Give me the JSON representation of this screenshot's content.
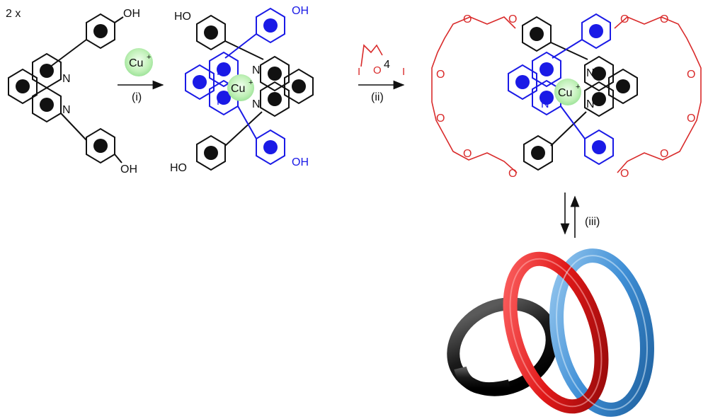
{
  "scheme": {
    "stoichiometry": "2 x",
    "reagents": {
      "copper_bubble": "Cu",
      "copper_charge": "+",
      "step_i": "(i)",
      "step_ii": "(ii)",
      "step_iii": "(iii)",
      "ether_oxygen": "O",
      "ether_iodide": "I",
      "ether_repeat": "4"
    },
    "atoms": {
      "hydroxyl": "OH",
      "hydroxyl_left": "HO",
      "nitrogen": "N",
      "ether_o": "O"
    },
    "colors": {
      "black_ligand": "#111111",
      "blue_ligand": "#1a1ae6",
      "macrocycle": "#d92b2b",
      "copper_glow": "#b8f0b0",
      "ring_black": "#1c1c1c",
      "ring_red": "#e01818",
      "ring_blue": "#3f8fd6"
    }
  }
}
